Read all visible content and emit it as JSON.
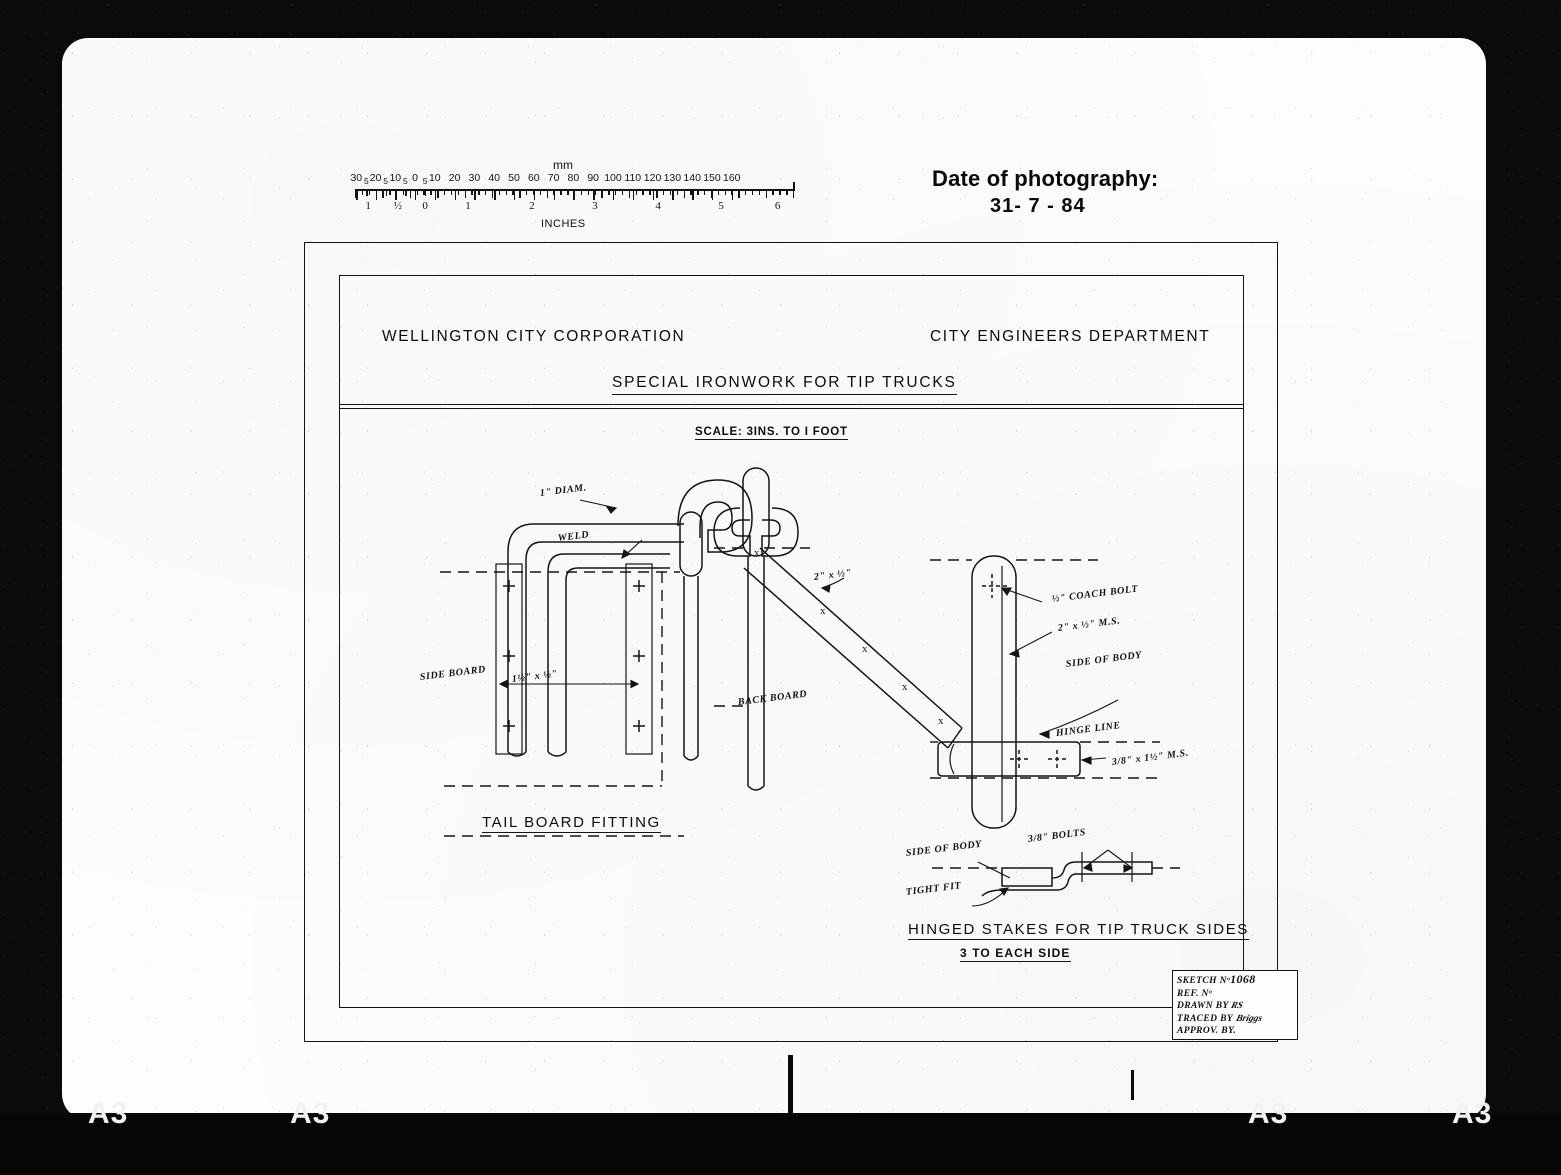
{
  "scan": {
    "edge_markers": [
      "A3",
      "A3",
      "A3",
      "A3"
    ]
  },
  "photo_header": {
    "date_label": "Date of photography:",
    "date_value": "31- 7 - 84"
  },
  "ruler": {
    "mm_label": "mm",
    "inches_label": "INCHES",
    "mm_major_ticks": [
      "30",
      "20",
      "10",
      "0",
      "10",
      "20",
      "30",
      "40",
      "50",
      "60",
      "70",
      "80",
      "90",
      "100",
      "110",
      "120",
      "130",
      "140",
      "150",
      "160"
    ],
    "mm_minor_ticks": [
      "5",
      "5",
      "5",
      "5"
    ],
    "inch_ticks": [
      "1",
      "½",
      "0",
      "1",
      "2",
      "3",
      "4",
      "5",
      "6"
    ]
  },
  "drawing": {
    "organisation": "WELLINGTON  CITY   CORPORATION",
    "department": "CITY   ENGINEERS   DEPARTMENT",
    "title": "SPECIAL   IRONWORK   FOR   TIP  TRUCKS",
    "scale": "SCALE: 3INS. TO I FOOT",
    "views": [
      {
        "caption": "TAIL BOARD FITTING",
        "annotations": [
          "1\" DIAM.",
          "WELD",
          "SIDE BOARD",
          "1½\" x ½\"",
          "BACK BOARD",
          "2\" x ½\""
        ]
      },
      {
        "caption": "HINGED  STAKES FOR TIP TRUCK SIDES",
        "subcaption": "3 TO EACH SIDE",
        "annotations": [
          "½\" COACH BOLT",
          "2\" x ½\" M.S.",
          "SIDE OF BODY",
          "HINGE LINE",
          "3/8\" x 1½\" M.S.",
          "SIDE OF BODY",
          "TIGHT FIT",
          "3/8\" BOLTS"
        ]
      }
    ],
    "title_block": {
      "sketch_no_label": "SKETCH Nᵒ",
      "sketch_no_value": "1068",
      "ref_no_label": "REF. Nᵒ",
      "ref_no_value": "",
      "drawn_by_label": "DRAWN BY",
      "drawn_by_value": "RS",
      "traced_by_label": "TRACED BY",
      "traced_by_value": "Briggs",
      "approved_by_label": "APPROV. BY.",
      "approved_by_value": ""
    }
  },
  "colors": {
    "ink": "#141414",
    "paper": "#fdfdfb",
    "scan_border": "#0b0b0b"
  }
}
